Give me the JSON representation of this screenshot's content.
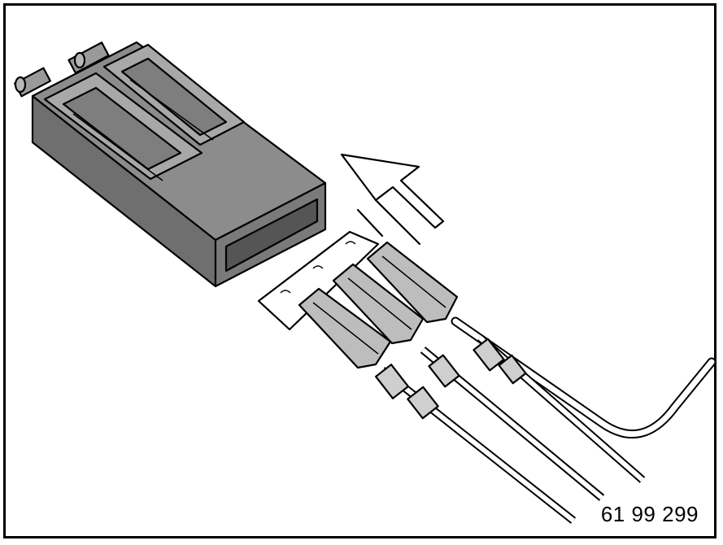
{
  "figure": {
    "reference_number": "61 99 299",
    "colors": {
      "housing": "#8c8c8c",
      "housing_light": "#a8a8a8",
      "housing_dark": "#6f6f6f",
      "terminal": "#bdbdbd",
      "outline": "#000000",
      "background": "#ffffff"
    },
    "parts": [
      "connector-housing",
      "direction-arrow",
      "terminal-carrier-strip",
      "flat-terminals",
      "wires"
    ]
  }
}
